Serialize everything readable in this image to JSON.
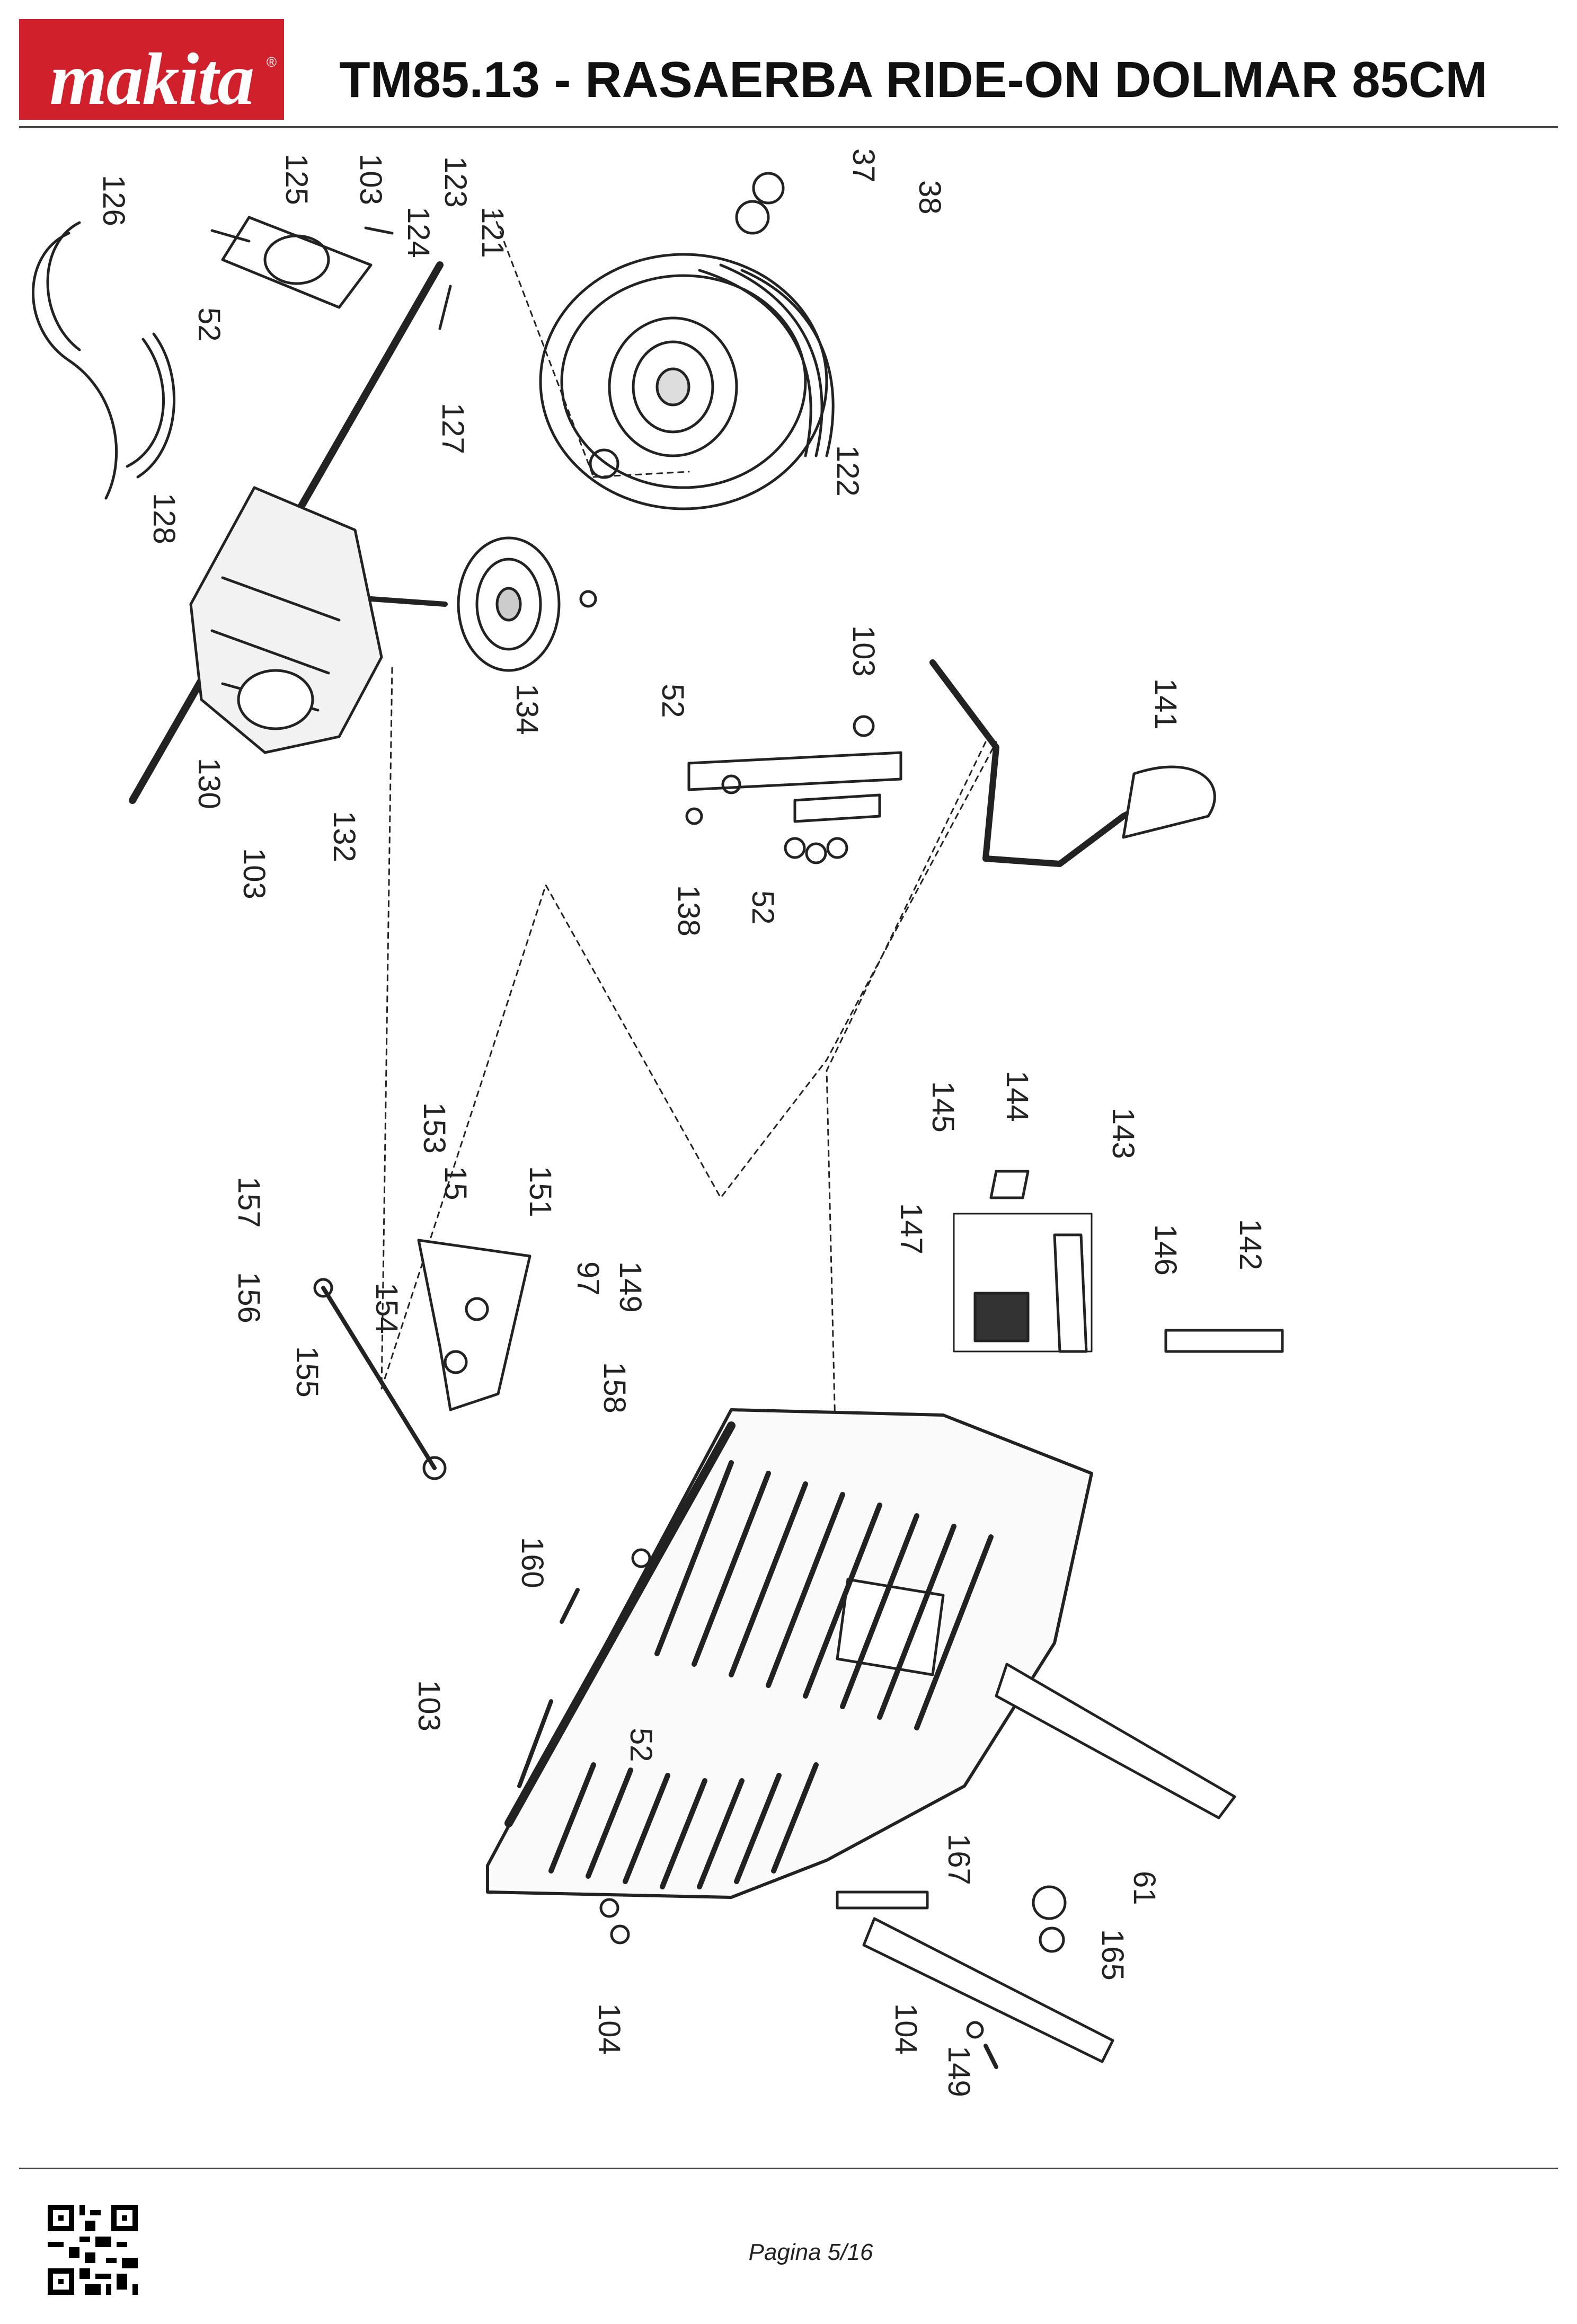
{
  "header": {
    "brand": "makita",
    "title": "TM85.13 - RASAERBA RIDE-ON DOLMAR 85CM",
    "accent_color": "#d0202c"
  },
  "diagram": {
    "part_labels": [
      "126",
      "125",
      "103",
      "123",
      "124",
      "121",
      "37",
      "38",
      "52",
      "127",
      "122",
      "128",
      "134",
      "130",
      "103",
      "132",
      "103",
      "52",
      "141",
      "138",
      "52",
      "145",
      "144",
      "143",
      "153",
      "15",
      "151",
      "157",
      "147",
      "146",
      "142",
      "97",
      "149",
      "156",
      "154",
      "155",
      "158",
      "160",
      "103",
      "52",
      "167",
      "61",
      "165",
      "104",
      "104",
      "149"
    ]
  },
  "footer": {
    "page_label": "Pagina 5/16"
  }
}
